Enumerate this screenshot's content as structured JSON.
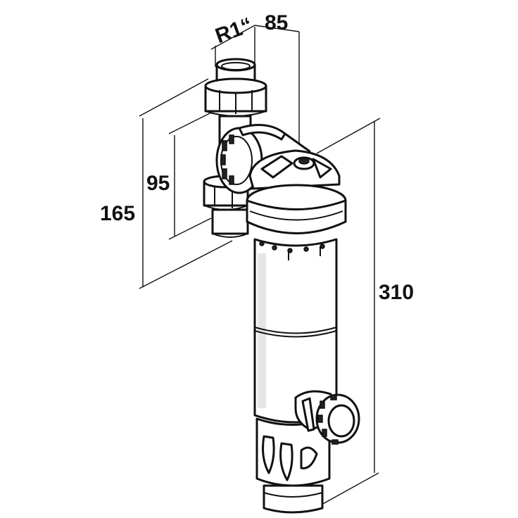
{
  "dimensions": {
    "thread": "R1“",
    "offset": "85",
    "height_outer": "165",
    "height_inner": "95",
    "height_total": "310"
  }
}
